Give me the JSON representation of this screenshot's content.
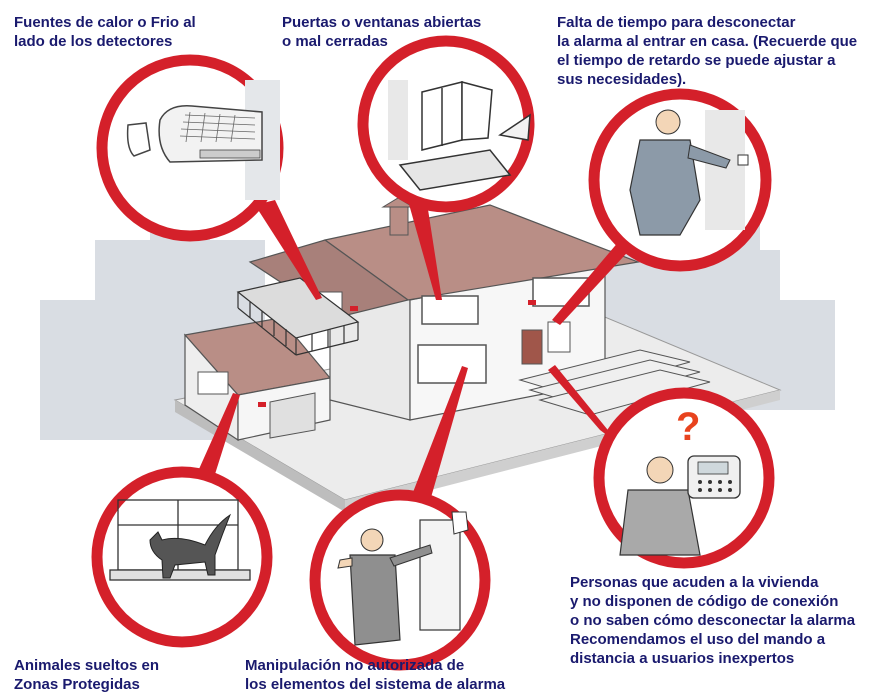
{
  "labels": {
    "heat": "Fuentes de calor o Frio al\nlado de los detectores",
    "doors": "Puertas o ventanas abiertas\no mal cerradas",
    "time": "Falta de tiempo para desconectar\nla alarma al entrar en casa. (Recuerde que\nel tiempo de retardo se puede ajustar a\nsus necesidades).",
    "people": "Personas que acuden a la vivienda\ny no disponen de código de conexión\no no saben cómo desconectar la alarma\nRecomendamos el uso del mando a\ndistancia a usuarios inexpertos",
    "animals": "Animales sueltos en\nZonas Protegidas",
    "tamper": "Manipulación no autorizada de\nlos elementos del sistema de alarma"
  },
  "icons": {
    "question": "?"
  },
  "colors": {
    "callout_ring": "#d4202a",
    "label_text": "#1a1a6e",
    "background_shapes": "#d9dde3",
    "roof": "#b98e86"
  }
}
